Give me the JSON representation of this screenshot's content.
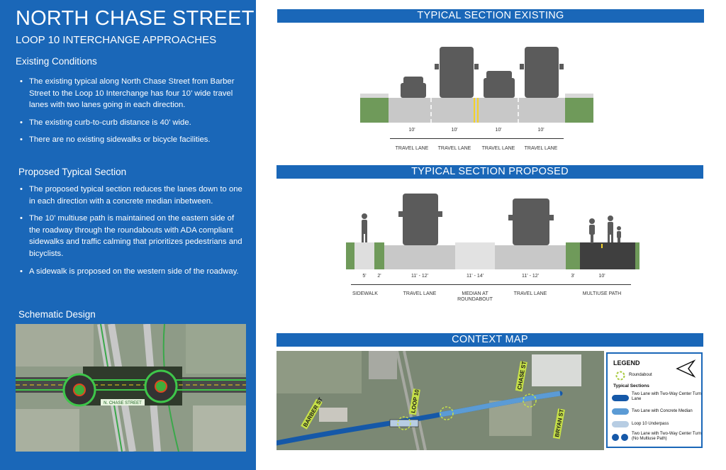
{
  "left": {
    "title": "NORTH CHASE STREET",
    "subtitle": "LOOP 10 INTERCHANGE APPROACHES",
    "existing_heading": "Existing Conditions",
    "existing_bullets": [
      "The existing typical along North Chase Street from Barber Street to the Loop 10 Interchange has four 10’ wide travel lanes with two lanes going in each direction.",
      "The existing curb-to-curb distance is 40’ wide.",
      "There are no existing sidewalks or bicycle facilities."
    ],
    "proposed_heading": "Proposed Typical Section",
    "proposed_bullets": [
      "The proposed typical section reduces the lanes down to one in each direction with a concrete median inbetween.",
      "The 10’ multiuse path is maintained on the eastern side of the roadway through the roundabouts with ADA compliant sidewalks and traffic calming that prioritizes pedestrians and bicyclists.",
      "A sidewalk is proposed on the western side of the roadway."
    ],
    "schematic_heading": "Schematic Design",
    "schematic_street_label": "N. CHASE STREET"
  },
  "existing_section": {
    "title": "TYPICAL SECTION EXISTING",
    "dims": [
      "10'",
      "10'",
      "10'",
      "10'"
    ],
    "labels": [
      "TRAVEL LANE",
      "TRAVEL LANE",
      "TRAVEL LANE",
      "TRAVEL LANE"
    ]
  },
  "proposed_section": {
    "title": "TYPICAL SECTION PROPOSED",
    "dims": [
      "5'",
      "2'",
      "11' - 12'",
      "11' - 14'",
      "11' - 12'",
      "3'",
      "10'"
    ],
    "labels": [
      "SIDEWALK",
      "TRAVEL LANE",
      "MEDIAN AT ROUNDABOUT",
      "TRAVEL LANE",
      "MULTIUSE PATH"
    ]
  },
  "context": {
    "title": "CONTEXT MAP",
    "street_labels": [
      "BARBER ST",
      "LOOP 10",
      "CHASE ST",
      "BRYAN ST"
    ],
    "legend_title": "LEGEND",
    "legend_roundabout": "Roundabout",
    "legend_typical_heading": "Typical Sections",
    "legend_items": [
      "Two Lane with Two-Way Center Turn Lane",
      "Two Lane with Concrete Median",
      "Loop 10 Underpass",
      "Two Lane with Two-Way Center Turn (No Multiuse Path)"
    ]
  },
  "colors": {
    "brand_blue": "#1a67b8",
    "grass": "#6f9a5a",
    "pavement": "#c8c8c8",
    "vehicle": "#5b5b5b",
    "median_yellow": "#f2d22a",
    "legend_dark": "#1558a8",
    "legend_mid": "#5b9bd5",
    "legend_light": "#b7cde3"
  }
}
